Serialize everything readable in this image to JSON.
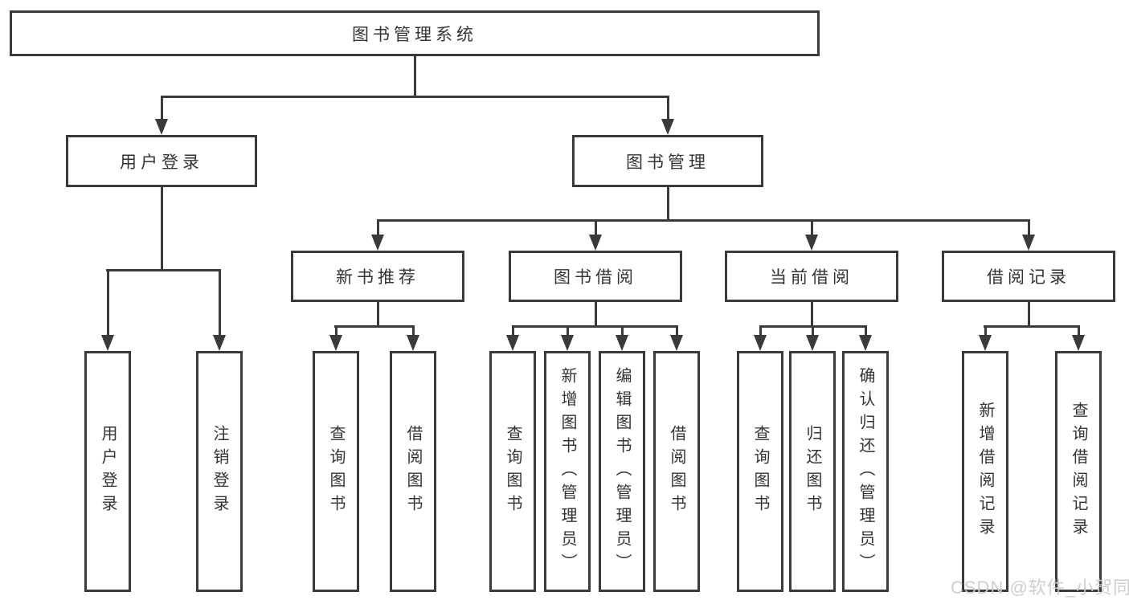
{
  "nodes": {
    "root": "图书管理系统",
    "level2": {
      "user_login": "用户登录",
      "book_mgmt": "图书管理"
    },
    "level3": {
      "new_books": "新书推荐",
      "book_borrow": "图书借阅",
      "current_borrow": "当前借阅",
      "borrow_records": "借阅记录"
    },
    "leaves": {
      "user_login": [
        "用户登录",
        "注销登录"
      ],
      "new_books": [
        "查询图书",
        "借阅图书"
      ],
      "book_borrow": [
        "查询图书",
        "新增图书（管理员）",
        "编辑图书（管理员）",
        "借阅图书"
      ],
      "current_borrow": [
        "查询图书",
        "归还图书",
        "确认归还（管理员）"
      ],
      "borrow_records": [
        "新增借阅记录",
        "查询借阅记录"
      ]
    }
  },
  "watermark": "CSDN @软件_小贺同学",
  "colors": {
    "line": "#3a3a3a",
    "text": "#333333",
    "watermark": "#cccccc",
    "background": "#ffffff"
  }
}
